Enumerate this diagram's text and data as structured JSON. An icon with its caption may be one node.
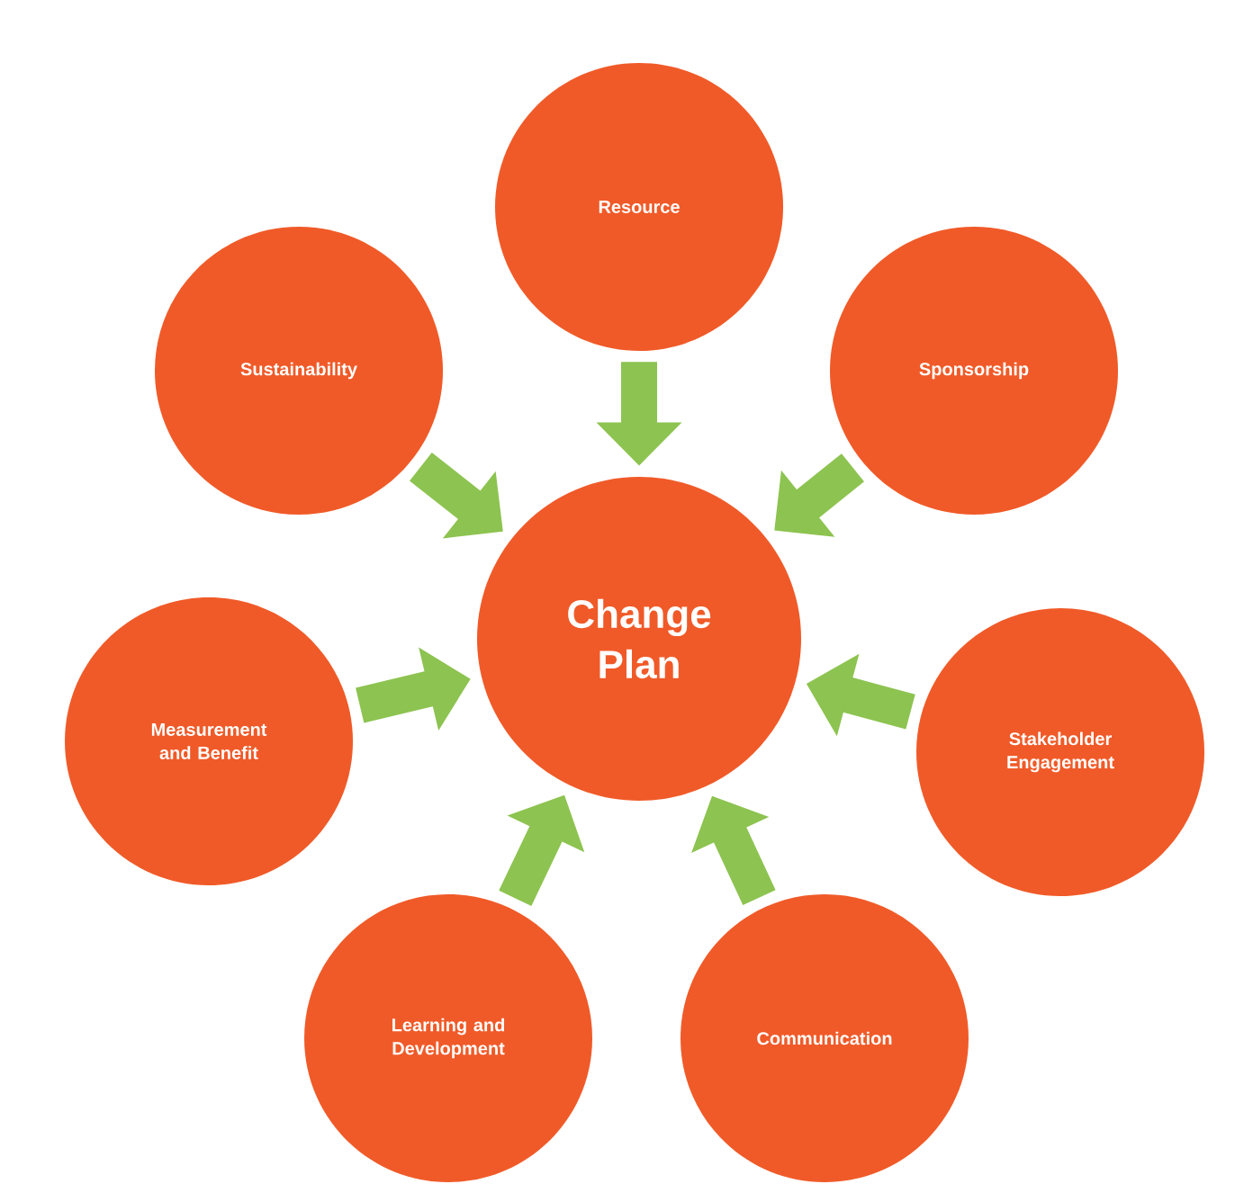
{
  "diagram": {
    "nodes": [
      {
        "text": [
          "Change Plan"
        ]
      },
      {
        "text": [
          "Resource"
        ]
      },
      {
        "text": [
          "Sponsorship"
        ]
      },
      {
        "text": [
          "Stakeholder Engagement"
        ]
      },
      {
        "text": [
          "Communication"
        ]
      },
      {
        "text": [
          "Learning and Development"
        ]
      },
      {
        "text": [
          "Measurement and Benefit"
        ]
      },
      {
        "text": [
          "Sustainability"
        ]
      }
    ],
    "edges": [
      {
        "from": 1,
        "to": 0,
        "arrow": "to"
      },
      {
        "from": 2,
        "to": 0,
        "arrow": "to"
      },
      {
        "from": 3,
        "to": 0,
        "arrow": "to"
      },
      {
        "from": 4,
        "to": 0,
        "arrow": "to"
      },
      {
        "from": 5,
        "to": 0,
        "arrow": "to"
      },
      {
        "from": 6,
        "to": 0,
        "arrow": "to"
      },
      {
        "from": 7,
        "to": 0,
        "arrow": "to"
      }
    ]
  }
}
